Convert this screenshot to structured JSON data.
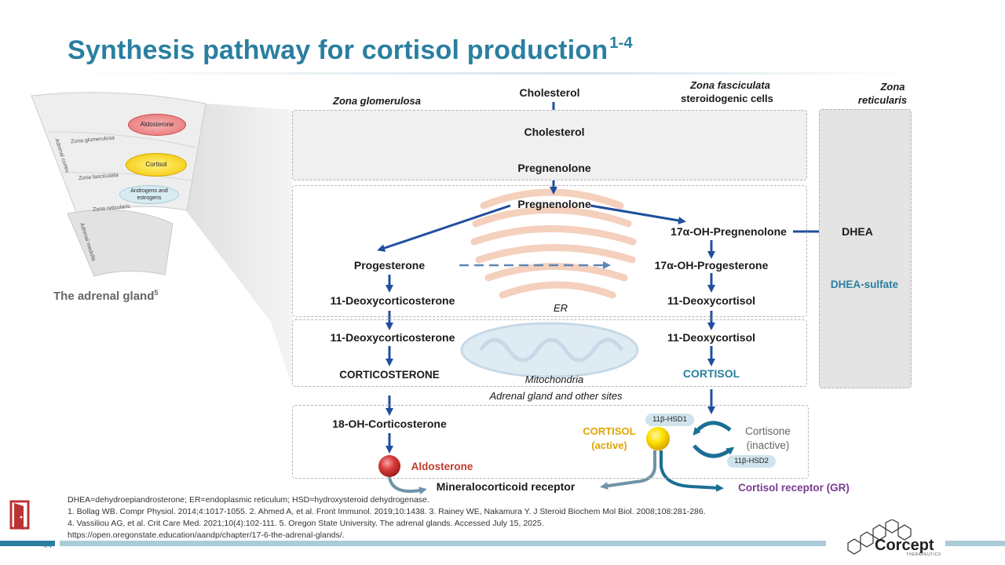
{
  "title": "Synthesis pathway for cortisol production",
  "title_refs": "1-4",
  "gland": {
    "caption": "The adrenal gland",
    "caption_ref": "5",
    "aldosterone": "Aldosterone",
    "cortisol": "Cortisol",
    "androgens": "Androgens and estrogens",
    "zona_glomerulosa": "Zona glomerulosa",
    "zona_fasciculata": "Zona fasciculata",
    "zona_reticularis": "Zona reticularis",
    "adrenal_cortex": "Adrenal cortex",
    "adrenal_medulla": "Adrenal medulla"
  },
  "headers": {
    "zona_glomerulosa": "Zona glomerulosa",
    "zona_fasciculata_1": "Zona fasciculata",
    "zona_fasciculata_2": "steroidogenic cells",
    "zona_reticularis_1": "Zona",
    "zona_reticularis_2": "reticularis"
  },
  "nodes": {
    "cholesterol_top": "Cholesterol",
    "cholesterol": "Cholesterol",
    "pregnenolone_1": "Pregnenolone",
    "pregnenolone_2": "Pregnenolone",
    "hydroxy_pregnenolone": "17α-OH-Pregnenolone",
    "dhea": "DHEA",
    "dhea_sulfate": "DHEA-sulfate",
    "progesterone": "Progesterone",
    "hydroxy_progesterone": "17α-OH-Progesterone",
    "deoxycorticosterone_1": "11-Deoxycorticosterone",
    "deoxycortisol_1": "11-Deoxycortisol",
    "deoxycorticosterone_2": "11-Deoxycorticosterone",
    "deoxycortisol_2": "11-Deoxycortisol",
    "corticosterone": "CORTICOSTERONE",
    "cortisol": "CORTISOL",
    "er": "ER",
    "mitochondria": "Mitochondria",
    "adrenal_other": "Adrenal gland and other sites",
    "oh_corticosterone": "18-OH-Corticosterone",
    "aldosterone": "Aldosterone",
    "mineralocorticoid_receptor": "Mineralocorticoid receptor",
    "cortisol_active_1": "CORTISOL",
    "cortisol_active_2": "(active)",
    "hsd1": "11β-HSD1",
    "hsd2": "11β-HSD2",
    "cortisone_1": "Cortisone",
    "cortisone_2": "(inactive)",
    "glucocorticoid_receptor": "Cortisol receptor (GR)"
  },
  "footnotes": {
    "line1": "DHEA=dehydroepiandrosterone; ER=endoplasmic reticulum; HSD=hydroxysteroid dehydrogenase.",
    "line2": "1. Bollag WB. Compr Physiol. 2014;4:1017-1055. 2. Ahmed A, et al. Front Immunol. 2019;10:1438. 3. Rainey WE, Nakamura Y. J Steroid Biochem Mol Biol. 2008;108:281-286.",
    "line3": "4. Vassiliou AG, et al. Crit Care Med. 2021;10(4):102-111. 5. Oregon State University. The adrenal glands. Accessed July 15, 2025.",
    "line4": "https://open.oregonstate.education/aandp/chapter/17-6-the-adrenal-glands/."
  },
  "page_number": "44",
  "logo_text": "Corcept",
  "logo_sub": "THERAPEUTICS",
  "colors": {
    "title": "#2a7fa0",
    "arrow": "#1f4f9e",
    "purple": "#7a3b8f",
    "gold": "#e0a400",
    "red": "#c0392b"
  }
}
